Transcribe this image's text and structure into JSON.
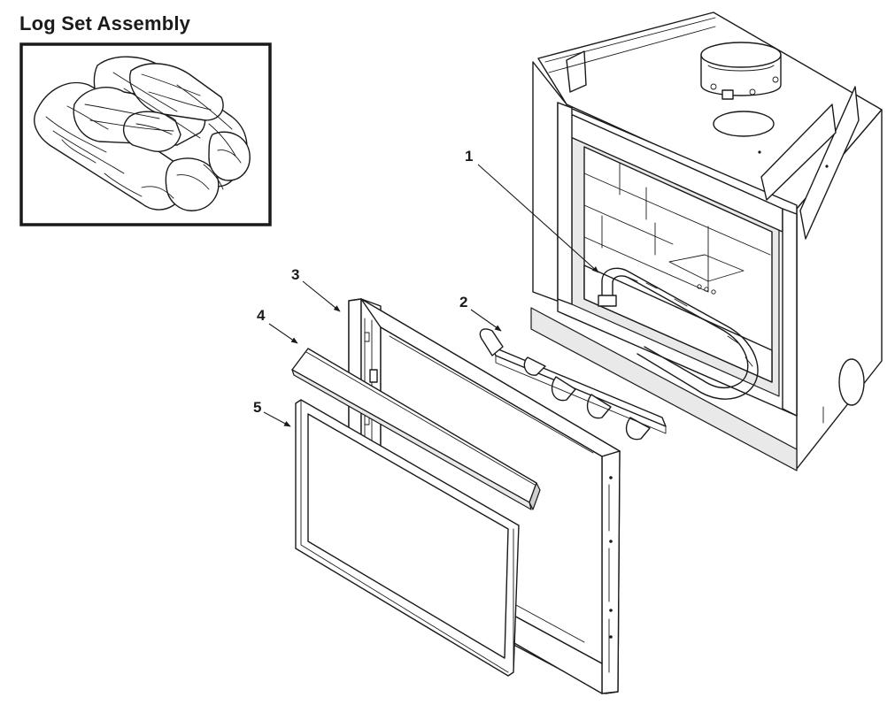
{
  "inset": {
    "title": "Log Set Assembly"
  },
  "callouts": [
    {
      "label": "1",
      "part": "burner-tube"
    },
    {
      "label": "2",
      "part": "log-grate"
    },
    {
      "label": "3",
      "part": "front-frame"
    },
    {
      "label": "4",
      "part": "hood"
    },
    {
      "label": "5",
      "part": "glass-door-frame"
    }
  ]
}
